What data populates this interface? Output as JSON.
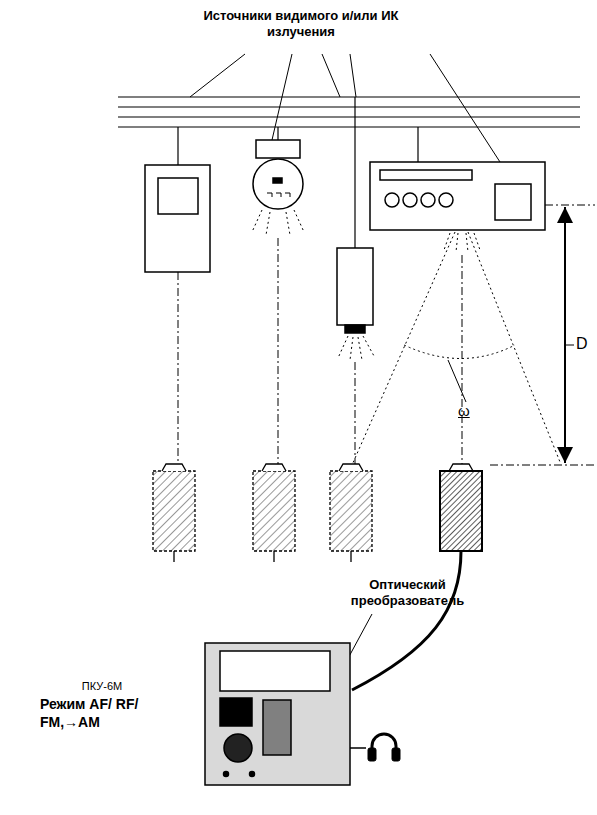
{
  "diagram": {
    "labels": [
      "Источники видимого и/или ИК излучения",
      "D",
      "ω",
      "Оптический преобразователь",
      "ПКУ-6М",
      "Режим AF/ RF/ FM,→AM"
    ]
  }
}
